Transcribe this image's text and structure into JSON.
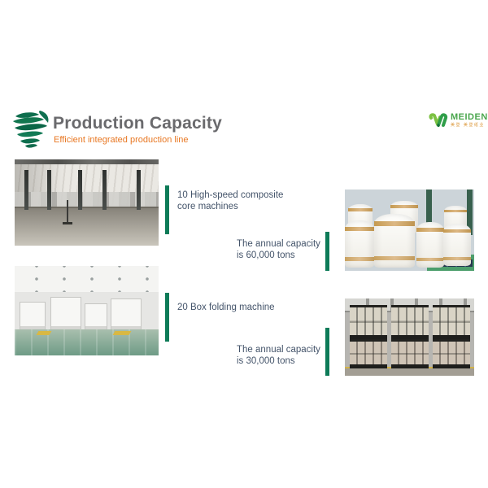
{
  "slide": {
    "title": "Production Capacity",
    "subtitle": "Efficient integrated production line"
  },
  "logo": {
    "name": "MEIDEN",
    "tagline": "美登 美登纸业"
  },
  "sections": [
    {
      "heading": "10 High-speed composite\ncore machines",
      "capacity": "The annual capacity\nis 60,000 tons",
      "photo_left": "factory workshop with high-speed composite core machines",
      "photo_right": "warehouse stacked with white paper rolls"
    },
    {
      "heading": "20 Box folding machine",
      "capacity": "The annual capacity\nis 30,000 tons",
      "photo_left": "clean workshop with box folding machines and green floor",
      "photo_right": "strapped pallets of boxes stacked in warehouse"
    }
  ],
  "colors": {
    "accent_green": "#0d7b58",
    "brush_green": "#0f7050",
    "title_gray": "#6a6a6d",
    "subtitle_orange": "#e87722",
    "body_text": "#44546a",
    "logo_green": "#4aa64d"
  }
}
